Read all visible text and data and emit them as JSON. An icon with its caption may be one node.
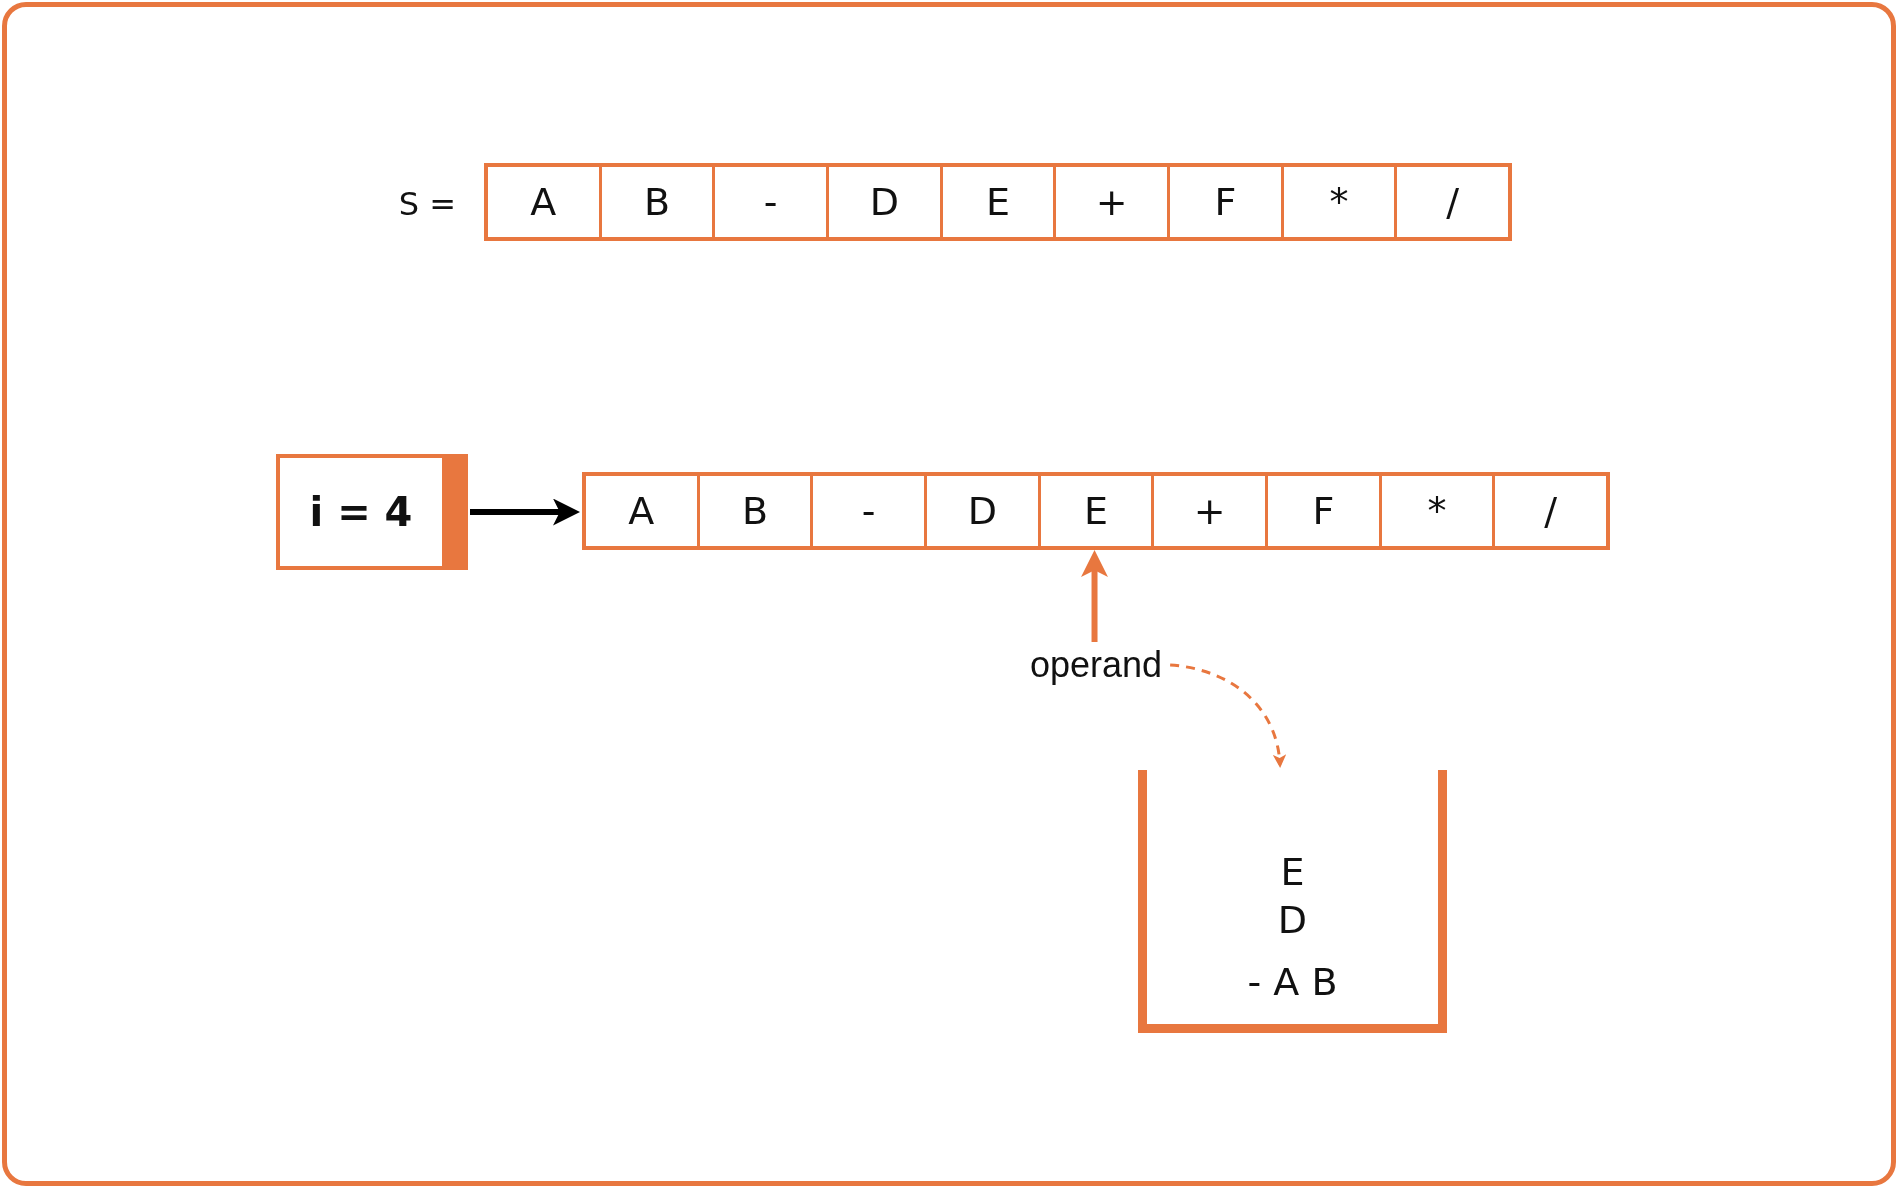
{
  "diagram": {
    "nodes": [
      {
        "text": [],
        "shape": "box",
        "beside": [
          "S ="
        ]
      },
      {
        "text": [
          "A"
        ],
        "in": 0
      },
      {
        "text": [
          "B"
        ],
        "in": 0
      },
      {
        "text": [
          "-"
        ],
        "in": 0
      },
      {
        "text": [
          "D"
        ],
        "in": 0
      },
      {
        "text": [
          "E"
        ],
        "in": 0
      },
      {
        "text": [
          "+"
        ],
        "in": 0
      },
      {
        "text": [
          "F"
        ],
        "in": 0
      },
      {
        "text": [
          "*"
        ],
        "in": 0
      },
      {
        "text": [
          "/"
        ],
        "in": 0
      },
      {
        "text": [
          "i = 4"
        ]
      },
      {
        "text": [],
        "shape": "box"
      },
      {
        "text": [
          "A"
        ],
        "in": 11
      },
      {
        "text": [
          "B"
        ],
        "in": 11
      },
      {
        "text": [
          "-"
        ],
        "in": 11
      },
      {
        "text": [
          "D"
        ],
        "in": 11
      },
      {
        "text": [
          "E"
        ],
        "in": 11
      },
      {
        "text": [
          "+"
        ],
        "in": 11
      },
      {
        "text": [
          "F"
        ],
        "in": 11
      },
      {
        "text": [
          "*"
        ],
        "in": 11
      },
      {
        "text": [
          "/"
        ],
        "in": 11
      },
      {
        "text": [
          "operand"
        ]
      },
      {
        "text": [
          "E",
          "D",
          "- A B"
        ]
      }
    ],
    "edges": [
      {
        "from": 10,
        "to": 11,
        "arrow": "to",
        "color": "#000000"
      },
      {
        "from": 21,
        "to": 16,
        "arrow": "to"
      },
      {
        "from": 21,
        "to": 22,
        "arrow": "to",
        "style": "dashed"
      }
    ]
  }
}
